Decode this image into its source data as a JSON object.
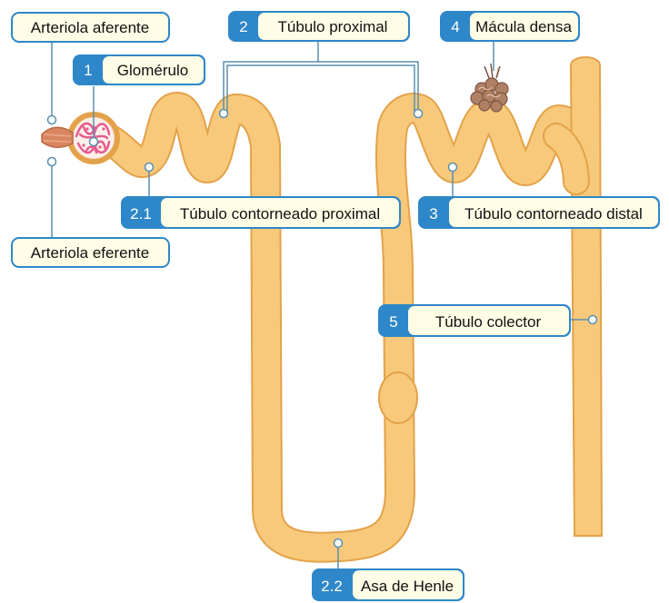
{
  "labels": {
    "arteriola_aferente": {
      "text": "Arteriola aferente"
    },
    "arteriola_eferente": {
      "text": "Arteriola eferente"
    },
    "glomerulo": {
      "number": "1",
      "text": "Glomérulo"
    },
    "tubulo_proximal": {
      "number": "2",
      "text": "Túbulo proximal"
    },
    "tubulo_contorneado_proximal": {
      "number": "2.1",
      "text": "Túbulo contorneado proximal"
    },
    "asa_de_henle": {
      "number": "2.2",
      "text": "Asa de Henle"
    },
    "tubulo_contorneado_distal": {
      "number": "3",
      "text": "Túbulo contorneado distal"
    },
    "macula_densa": {
      "number": "4",
      "text": "Mácula densa"
    },
    "tubulo_colector": {
      "number": "5",
      "text": "Túbulo colector"
    }
  },
  "colors": {
    "tubule_fill": "#F8C97A",
    "tubule_edge": "#E3A24A",
    "badge_blue": "#2E87C8",
    "label_fill": "#FFFDE6",
    "leader_line": "#5B8FB0",
    "glomerulus_pink": "#E65B8F",
    "arteriole": "#D98660",
    "macula": "#B08065"
  }
}
